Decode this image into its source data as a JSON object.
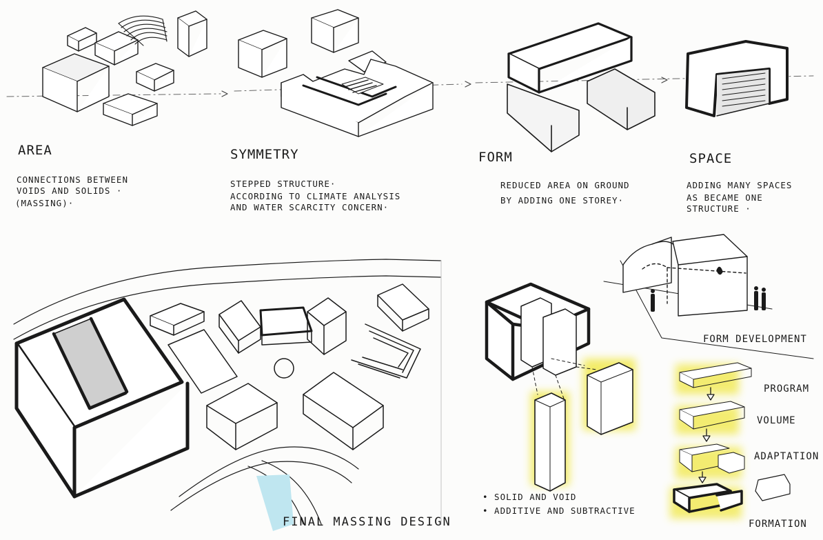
{
  "stages": [
    {
      "title": "AREA",
      "lines": [
        "CONNECTIONS BETWEEN",
        "VOIDS AND SOLIDS ·",
        "(MASSING)·"
      ]
    },
    {
      "title": "SYMMETRY",
      "lines": [
        "STEPPED STRUCTURE·",
        "ACCORDING TO CLIMATE ANALYSIS",
        "AND WATER SCARCITY CONCERN·"
      ]
    },
    {
      "title": "FORM",
      "lines": [
        "REDUCED AREA ON GROUND",
        "BY ADDING ONE STOREY·"
      ]
    },
    {
      "title": "SPACE",
      "lines": [
        "ADDING MANY SPACES",
        "AS BECAME ONE",
        "STRUCTURE ·"
      ]
    }
  ],
  "final_massing": {
    "caption": "FINAL MASSING DESIGN"
  },
  "solid_void": {
    "bullets": [
      "• SOLID AND VOID",
      "• ADDITIVE AND SUBTRACTIVE"
    ]
  },
  "form_development": {
    "title": "FORM DEVELOPMENT",
    "steps": [
      "PROGRAM",
      "VOLUME",
      "ADAPTATION",
      "FORMATION"
    ]
  },
  "colors": {
    "ink": "#1a1a1a",
    "highlight": "#f2ea5a",
    "water": "#bfe6f0",
    "shade": "#d9d9d9"
  }
}
